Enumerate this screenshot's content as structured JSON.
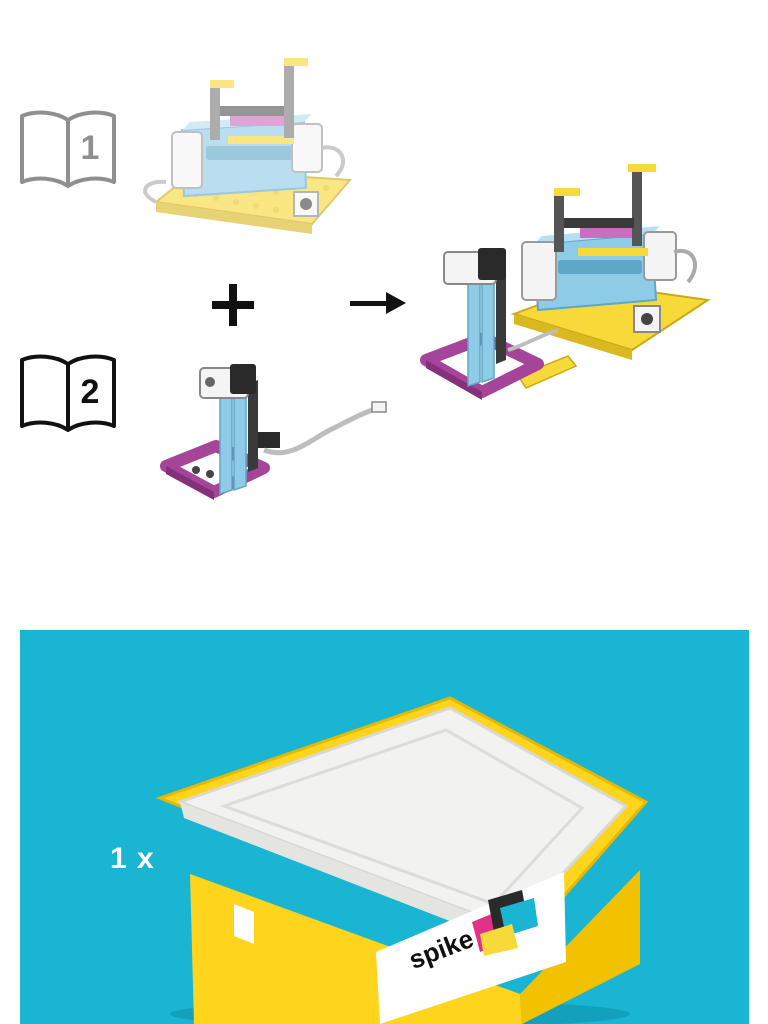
{
  "steps": [
    {
      "book_number": "1",
      "state": "completed"
    },
    {
      "book_number": "2",
      "state": "current"
    }
  ],
  "summary": {
    "quantity": "1 x",
    "box_brand": "spike"
  },
  "colors": {
    "panel": "#19b5d3",
    "box_yellow": "#ffd41c",
    "lid_white": "#f2f2f0",
    "frame_magenta": "#a5459a",
    "beam_blue": "#8dcbe6",
    "brick_yellow": "#f7d93a",
    "past_step_gray": "#8f8f8f",
    "current_step_black": "#111111"
  },
  "icons": [
    "book-icon",
    "plus-icon",
    "arrow-right-icon"
  ]
}
